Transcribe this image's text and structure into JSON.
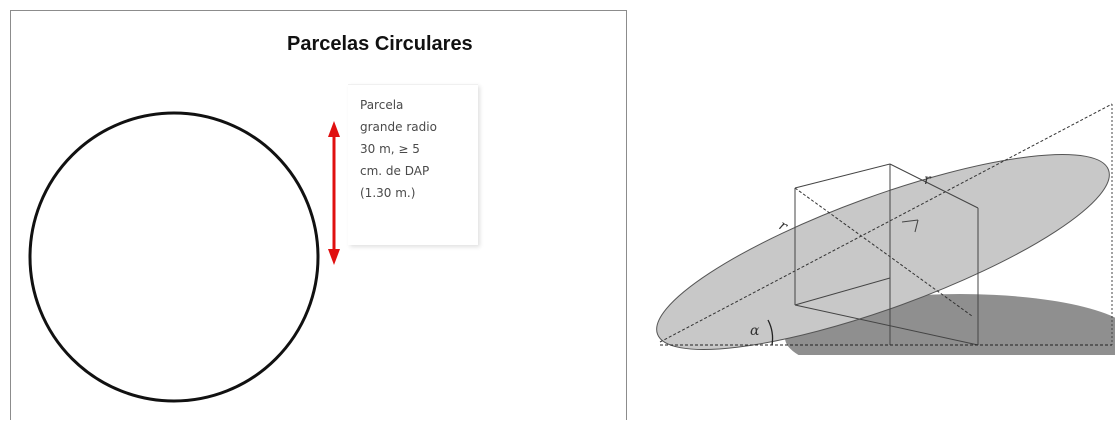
{
  "left_panel": {
    "title": "Parcelas Circulares",
    "callout_text": "Parcela\ngrande radio\n30 m, ≥ 5\ncm. de DAP\n(1.30 m.)",
    "circle_color": "#111111",
    "arrow_color": "#e01010"
  },
  "right_panel": {
    "labels": {
      "radius_top": "r",
      "radius_left": "r",
      "angle": "α"
    },
    "ellipse_fill": "#c8c8c8",
    "shadow_fill": "#8f8f8f"
  }
}
